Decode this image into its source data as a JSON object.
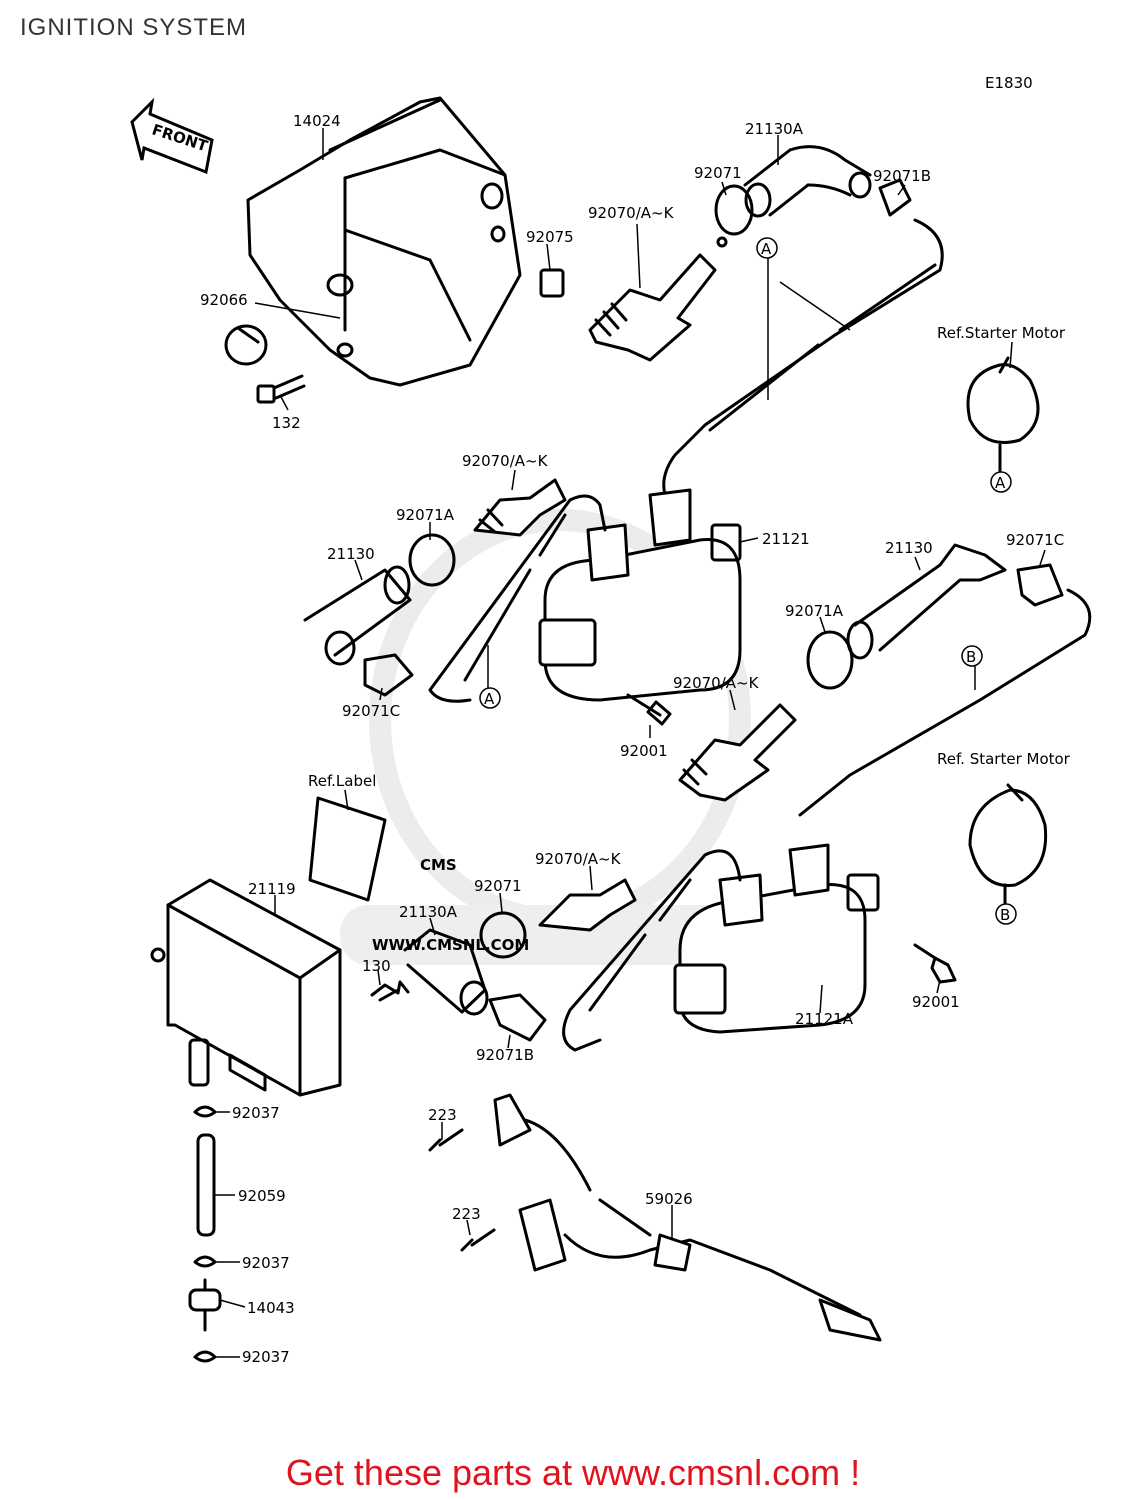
{
  "header": {
    "title": "IGNITION SYSTEM"
  },
  "diagram": {
    "code": "E1830",
    "front_label": "FRONT",
    "watermark": {
      "logo": "CMS",
      "url": "WWW.CMSNL.COM"
    },
    "callouts": {
      "p14024": "14024",
      "p92075": "92075",
      "p92066": "92066",
      "p132": "132",
      "p21130A_top": "21130A",
      "p92071_top": "92071",
      "p92071B_top": "92071B",
      "p92070_top": "92070/A~K",
      "ref_starter_1": "Ref.Starter Motor",
      "ref_starter_2": "Ref. Starter Motor",
      "p92070_mid": "92070/A~K",
      "p92071A_left": "92071A",
      "p21130_left": "21130",
      "p92071C_left": "92071C",
      "p21121": "21121",
      "p21130_right": "21130",
      "p92071C_right": "92071C",
      "p92071A_right": "92071A",
      "p92070_right": "92070/A~K",
      "p92001_mid": "92001",
      "ref_label": "Ref.Label",
      "p21119": "21119",
      "p92070_low": "92070/A~K",
      "p92071_low": "92071",
      "p21130A_low": "21130A",
      "p130": "130",
      "p92071B_low": "92071B",
      "p21121A": "21121A",
      "p92001_low": "92001",
      "p223_a": "223",
      "p223_b": "223",
      "p59026": "59026",
      "p92037_a": "92037",
      "p92059": "92059",
      "p92037_b": "92037",
      "p14043": "14043",
      "p92037_c": "92037"
    },
    "markers": {
      "a1": "A",
      "a2": "A",
      "a3": "A",
      "b1": "B",
      "b2": "B"
    }
  },
  "footer": {
    "text": "Get these parts at www.cmsnl.com !"
  }
}
